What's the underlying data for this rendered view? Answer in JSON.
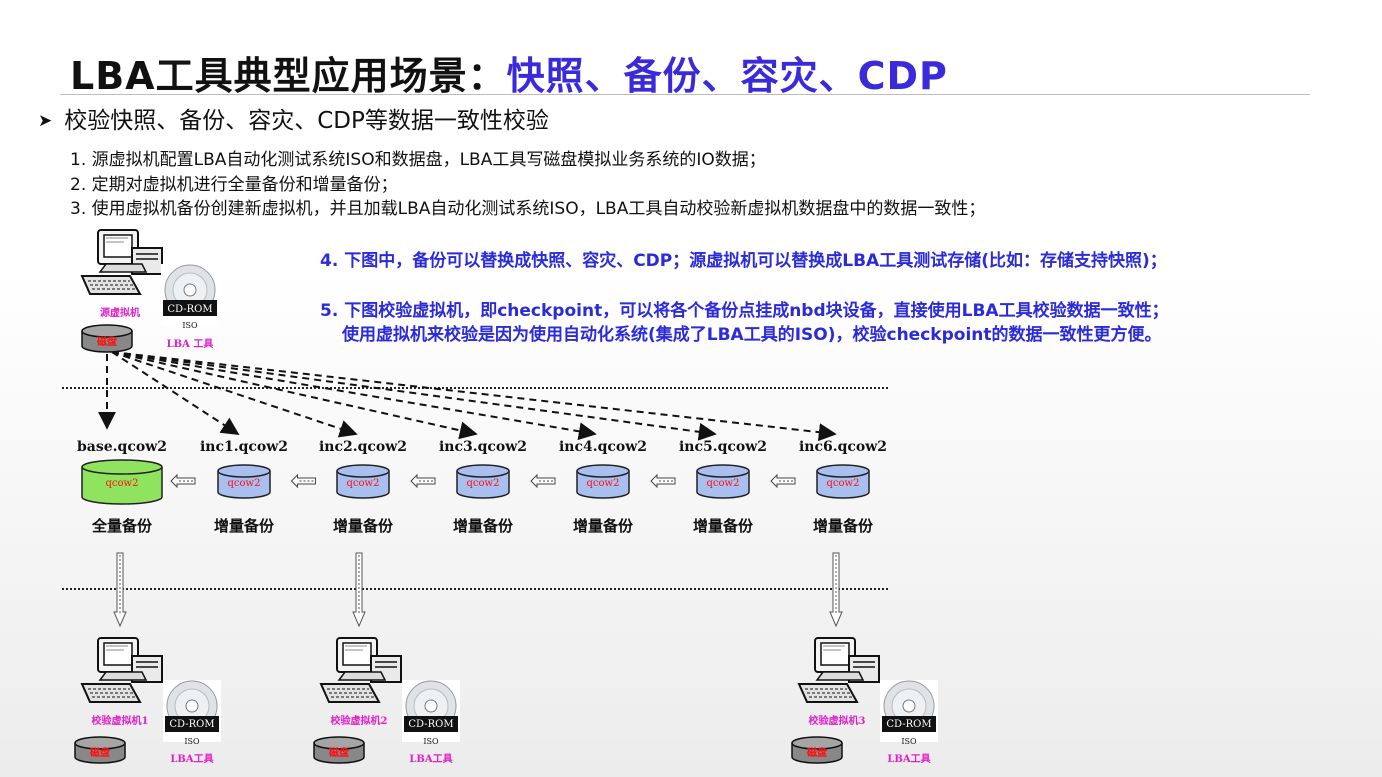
{
  "title": {
    "main": "LBA工具典型应用场景：",
    "highlight": "快照、备份、容灾、CDP"
  },
  "bullet": "校验快照、备份、容灾、CDP等数据一致性校验",
  "steps": [
    "1. 源虚拟机配置LBA自动化测试系统ISO和数据盘，LBA工具写磁盘模拟业务系统的IO数据；",
    "2. 定期对虚拟机进行全量备份和增量备份；",
    "3. 使用虚拟机备份创建新虚拟机，并且加载LBA自动化测试系统ISO，LBA工具自动校验新虚拟机数据盘中的数据一致性；"
  ],
  "notes": {
    "n4": "4. 下图中，备份可以替换成快照、容灾、CDP；源虚拟机可以替换成LBA工具测试存储(比如：存储支持快照)；",
    "n5a": "5. 下图校验虚拟机，即checkpoint，可以将各个备份点挂成nbd块设备，直接使用LBA工具校验数据一致性；",
    "n5b": "使用虚拟机来校验是因为使用自动化系统(集成了LBA工具的ISO)，校验checkpoint的数据一致性更方便。"
  },
  "diagram": {
    "source": {
      "vm_label": "源虚拟机",
      "disk_label": "磁盘",
      "cd_label": "CD-ROM",
      "cd_sub": "ISO",
      "tool_label": "LBA 工具"
    },
    "backups": [
      {
        "name": "base.qcow2",
        "disk": "qcow2",
        "caption": "全量备份",
        "color": "#8fe35f"
      },
      {
        "name": "inc1.qcow2",
        "disk": "qcow2",
        "caption": "增量备份",
        "color": "#a9bff0"
      },
      {
        "name": "inc2.qcow2",
        "disk": "qcow2",
        "caption": "增量备份",
        "color": "#a9bff0"
      },
      {
        "name": "inc3.qcow2",
        "disk": "qcow2",
        "caption": "增量备份",
        "color": "#a9bff0"
      },
      {
        "name": "inc4.qcow2",
        "disk": "qcow2",
        "caption": "增量备份",
        "color": "#a9bff0"
      },
      {
        "name": "inc5.qcow2",
        "disk": "qcow2",
        "caption": "增量备份",
        "color": "#a9bff0"
      },
      {
        "name": "inc6.qcow2",
        "disk": "qcow2",
        "caption": "增量备份",
        "color": "#a9bff0"
      }
    ],
    "verify_vms": [
      {
        "vm_label": "校验虚拟机1",
        "disk_label": "磁盘",
        "cd_label": "CD-ROM",
        "cd_sub": "ISO",
        "tool_label": "LBA工具"
      },
      {
        "vm_label": "校验虚拟机2",
        "disk_label": "磁盘",
        "cd_label": "CD-ROM",
        "cd_sub": "ISO",
        "tool_label": "LBA工具"
      },
      {
        "vm_label": "校验虚拟机3",
        "disk_label": "磁盘",
        "cd_label": "CD-ROM",
        "cd_sub": "ISO",
        "tool_label": "LBA工具"
      }
    ],
    "colors": {
      "vm_label": "#e020c8",
      "disk_text": "#ff1010",
      "qcow_text": "#ff1010"
    }
  }
}
